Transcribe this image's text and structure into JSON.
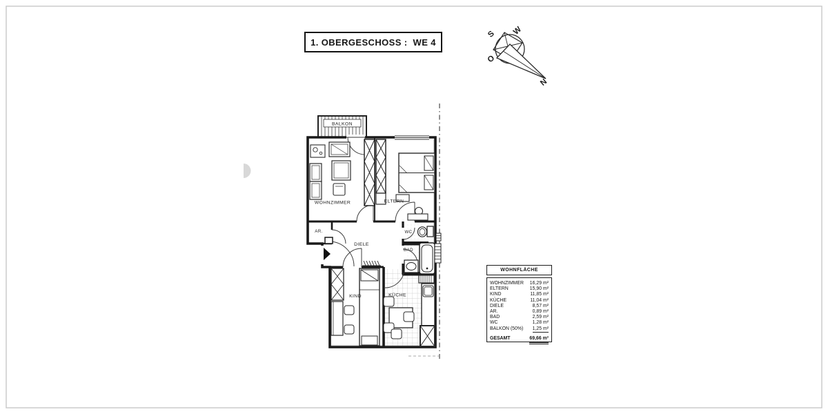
{
  "page": {
    "title": "1. OBERGESCHOSS :  WE 4"
  },
  "colors": {
    "ink": "#1a1a1a",
    "paper": "#ffffff",
    "frame": "#cccccc"
  },
  "compass": {
    "directions": {
      "s": "S",
      "w": "W",
      "o": "O",
      "n": "N"
    }
  },
  "plan": {
    "rooms": {
      "balkon": "BALKON",
      "wohnzimmer": "WOHNZIMMER",
      "eltern": "ELTERN",
      "ar": "AR.",
      "diele": "DIELE",
      "wc": "WC",
      "bad": "BAD",
      "kind": "KIND",
      "kueche": "KÜCHE"
    }
  },
  "area_table": {
    "header": "WOHNFLÄCHE",
    "rows": [
      {
        "label": "WOHNZIMMER",
        "value": "16,29 m²"
      },
      {
        "label": "ELTERN",
        "value": "15,90 m²"
      },
      {
        "label": "KIND",
        "value": "11,85 m²"
      },
      {
        "label": "KÜCHE",
        "value": "11,04 m²"
      },
      {
        "label": "DIELE",
        "value": "8,57 m²"
      },
      {
        "label": "AR.",
        "value": "0,89 m²"
      },
      {
        "label": "BAD",
        "value": "2,59 m²"
      },
      {
        "label": "WC",
        "value": "1,28 m²"
      },
      {
        "label": "BALKON (50%)",
        "value": "1,25 m²"
      }
    ],
    "total": {
      "label": "GESAMT",
      "value": "69,66 m²"
    }
  }
}
